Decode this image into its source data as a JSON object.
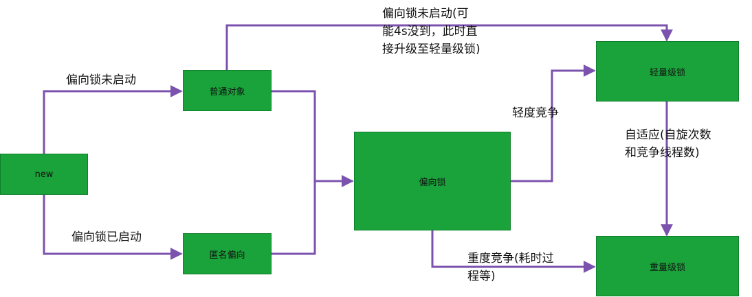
{
  "colors": {
    "node_fill": "#1aa33a",
    "edge": "#7b52ad",
    "text": "#111111",
    "background": "#ffffff"
  },
  "nodes": {
    "new": "new",
    "normal": "普通对象",
    "anonymous": "匿名偏向",
    "biased": "偏向锁",
    "lightweight": "轻量级锁",
    "heavyweight": "重量级锁"
  },
  "edges": {
    "bias_not_enabled": "偏向锁未启动",
    "bias_enabled": "偏向锁已启动",
    "bias_not_started_note": [
      "偏向锁未启动(可",
      "能4s没到，此时直",
      "接升级至轻量级锁)"
    ],
    "light_contention": "轻度竞争",
    "adaptive_spin": [
      "自适应(自旋次数",
      "和竞争线程数)"
    ],
    "heavy_contention": [
      "重度竞争(耗时过",
      "程等)"
    ]
  }
}
